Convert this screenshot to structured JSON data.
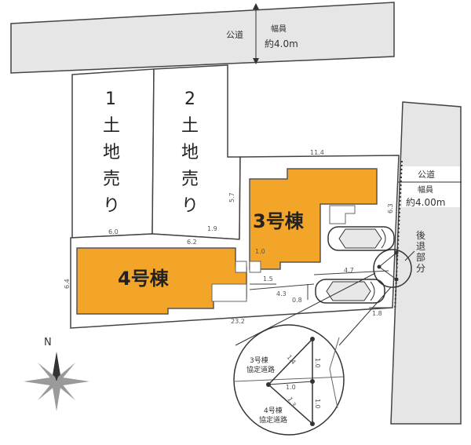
{
  "road_top": {
    "name": "公道",
    "width_label": "幅員",
    "width_value": "約4.0m"
  },
  "road_right": {
    "name": "公道",
    "width_label": "幅員",
    "width_value": "約4.00m"
  },
  "lot1": {
    "number": "1",
    "chars": [
      "土",
      "地",
      "売",
      "り"
    ]
  },
  "lot2": {
    "number": "2",
    "chars": [
      "土",
      "地",
      "売",
      "り"
    ]
  },
  "building3": {
    "label": "3号棟",
    "color": "#f3a52a"
  },
  "building4": {
    "label": "4号棟",
    "color": "#f3a52a"
  },
  "setback": {
    "chars": [
      "後",
      "退",
      "部",
      "分"
    ]
  },
  "dimensions": {
    "d11_4": "11.4",
    "d5_7": "5.7",
    "d6_3": "6.3",
    "d6_0": "6.0",
    "d6_2": "6.2",
    "d1_9": "1.9",
    "d1_0": "1.0",
    "d1_5": "1.5",
    "d4_7": "4.7",
    "d4_3": "4.3",
    "d0_8": "0.8",
    "d6_4": "6.4",
    "d23_2": "23.2",
    "d1_8": "1.8"
  },
  "inset": {
    "road3_label1": "3号棟",
    "road3_label2": "協定道路",
    "road4_label1": "4号棟",
    "road4_label2": "協定道路",
    "d1_4": "1.4",
    "d1_0a": "1.0",
    "d1_0b": "1.0",
    "d1_0c": "1.0",
    "d1_3": "1.3"
  },
  "compass": {
    "north": "N"
  },
  "colors": {
    "road": "#e6e6e6",
    "outline": "#444444",
    "building": "#f3a52a"
  }
}
